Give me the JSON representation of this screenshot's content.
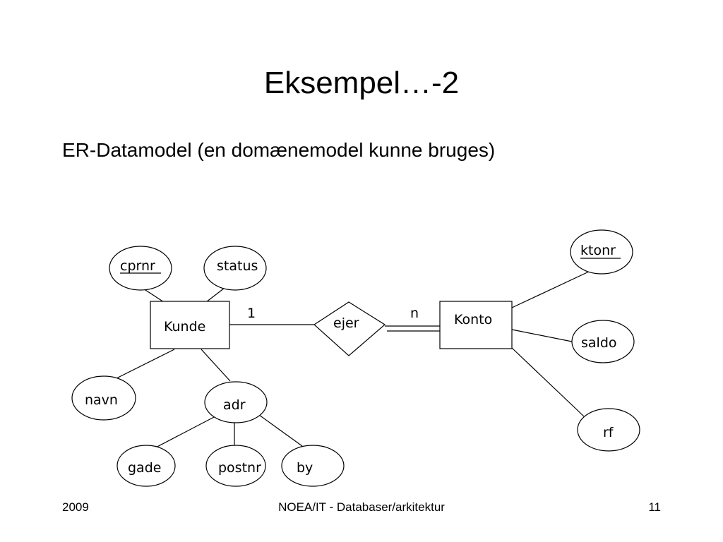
{
  "slide": {
    "title": "Eksempel…-2",
    "subtitle": "ER-Datamodel (en domænemodel kunne bruges)"
  },
  "diagram": {
    "entities": {
      "kunde": "Kunde",
      "konto": "Konto"
    },
    "relationship": {
      "label": "ejer",
      "cardinality_left": "1",
      "cardinality_right": "n"
    },
    "attributes": {
      "cprnr": "cprnr",
      "status": "status",
      "navn": "navn",
      "adr": "adr",
      "gade": "gade",
      "postnr": "postnr",
      "by": "by",
      "ktonr": "ktonr",
      "saldo": "saldo",
      "rf": "rf"
    }
  },
  "footer": {
    "year": "2009",
    "center": "NOEA/IT - Databaser/arkitektur",
    "page_number": "11"
  }
}
